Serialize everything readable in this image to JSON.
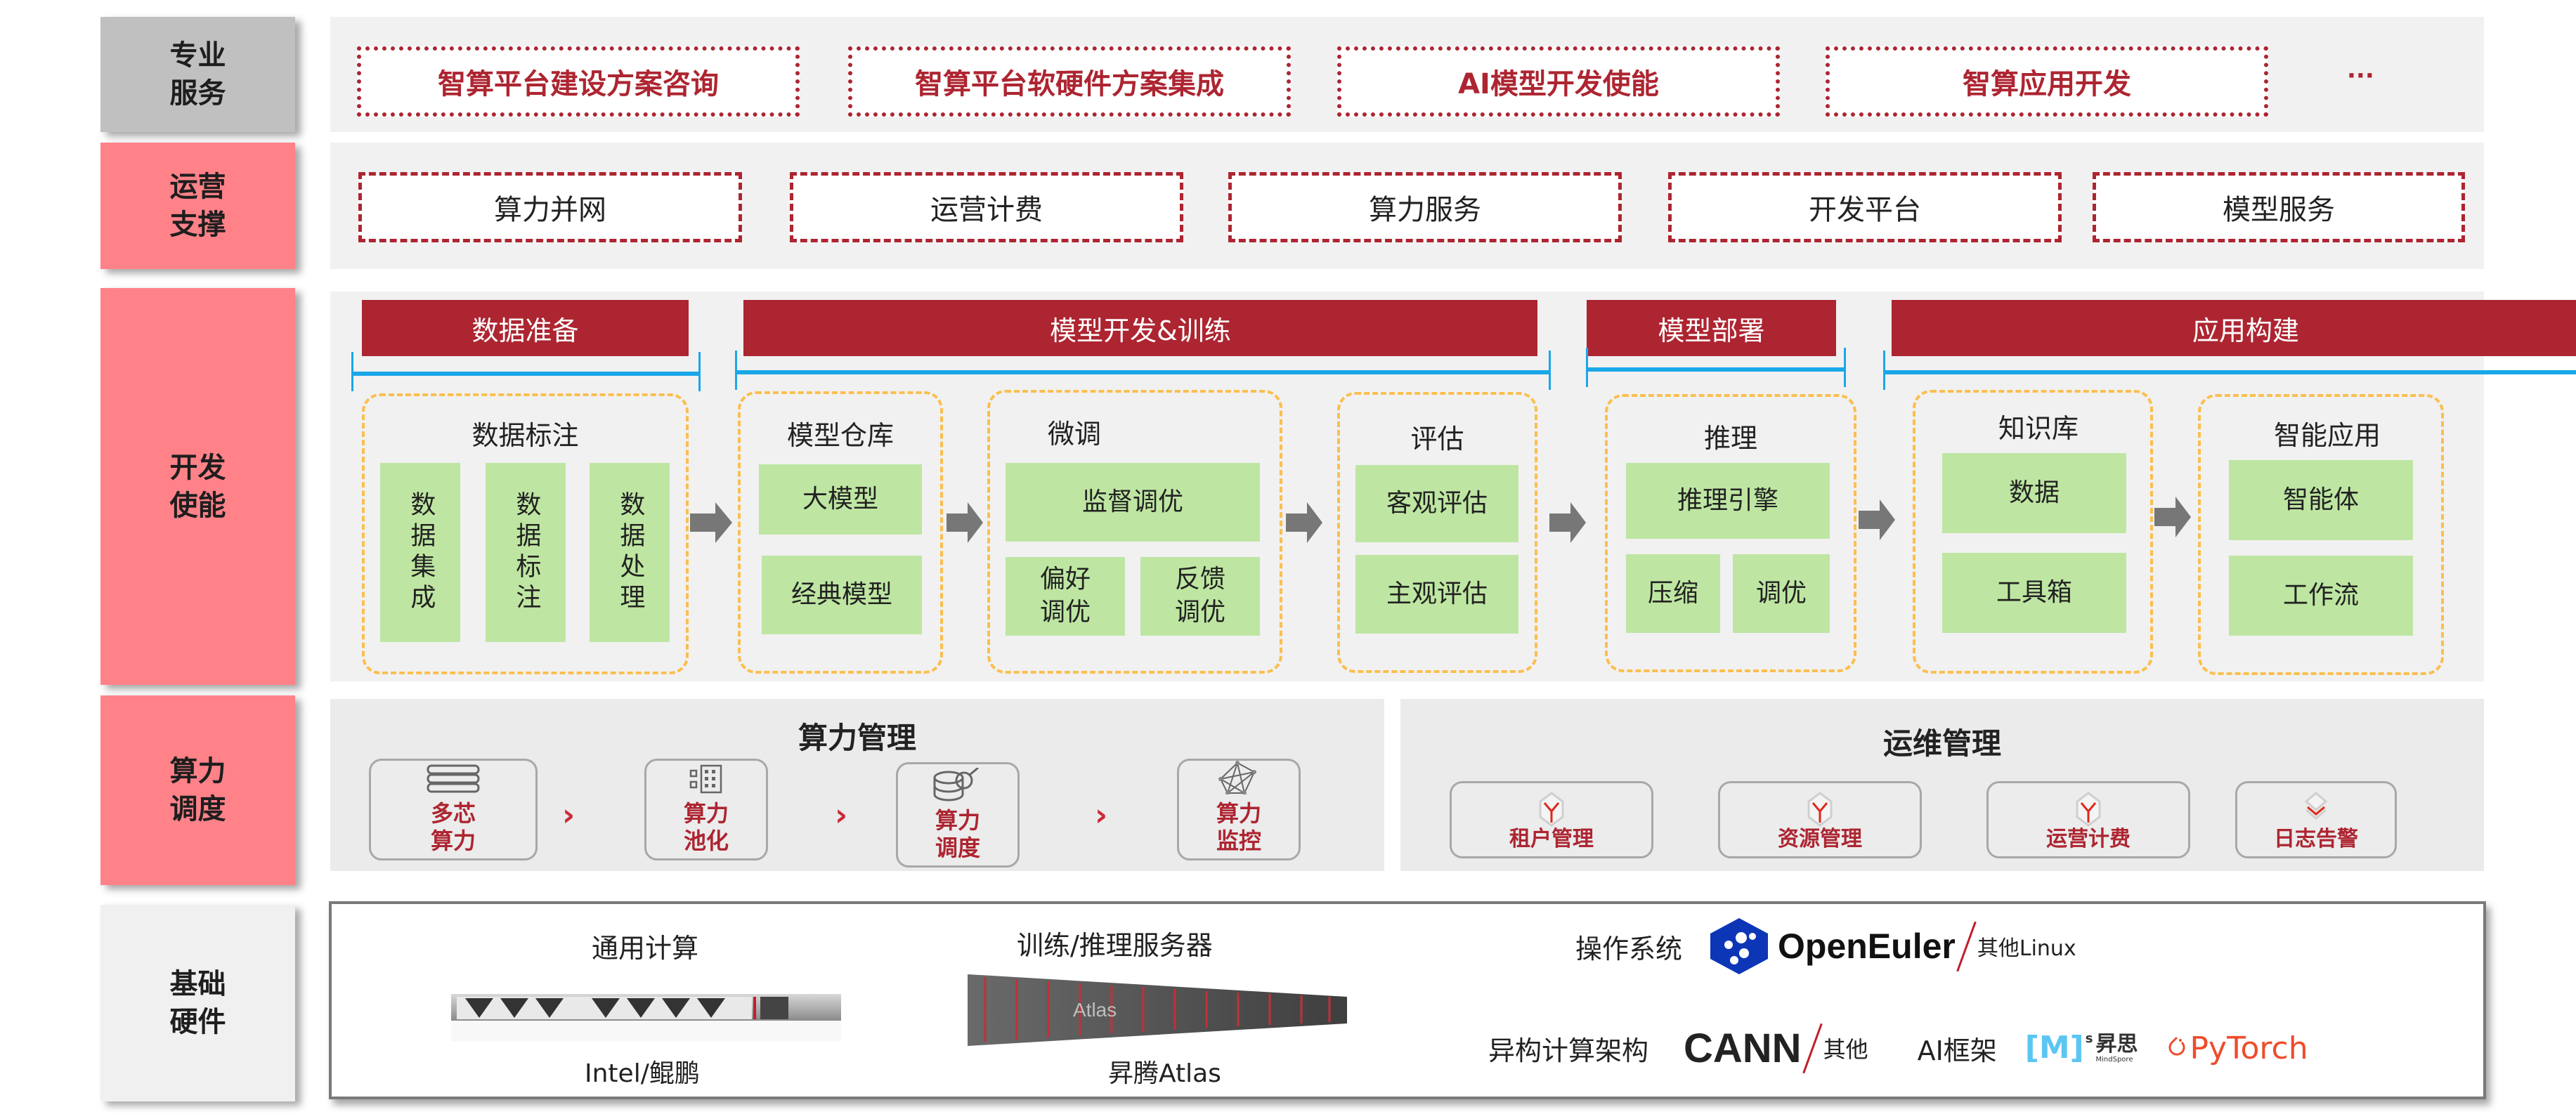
{
  "layers": [
    {
      "id": "pro-services",
      "label": "专业\n服务"
    },
    {
      "id": "ops-support",
      "label": "运营\n支撑"
    },
    {
      "id": "dev-enable",
      "label": "开发\n使能"
    },
    {
      "id": "compute-sched",
      "label": "算力\n调度"
    },
    {
      "id": "base-hw",
      "label": "基础\n硬件"
    }
  ],
  "pro_services": {
    "items": [
      "智算平台建设方案咨询",
      "智算平台软硬件方案集成",
      "AI模型开发使能",
      "智算应用开发"
    ],
    "more": "···"
  },
  "ops_support": {
    "items": [
      "算力并网",
      "运营计费",
      "算力服务",
      "开发平台",
      "模型服务"
    ]
  },
  "dev_enable": {
    "phases": [
      "数据准备",
      "模型开发&训练",
      "模型部署",
      "应用构建"
    ],
    "stages": {
      "annotation": {
        "title": "数据标注",
        "items": [
          "数据集成",
          "数据标注",
          "数据处理"
        ]
      },
      "repo": {
        "title": "模型仓库",
        "items": [
          "大模型",
          "经典模型"
        ]
      },
      "finetune": {
        "title": "微调",
        "items": [
          "监督调优",
          "偏好\n调优",
          "反馈\n调优"
        ]
      },
      "eval": {
        "title": "评估",
        "items": [
          "客观评估",
          "主观评估"
        ]
      },
      "infer": {
        "title": "推理",
        "items": [
          "推理引擎",
          "压缩",
          "调优"
        ]
      },
      "kb": {
        "title": "知识库",
        "items": [
          "数据",
          "工具箱"
        ]
      },
      "app": {
        "title": "智能应用",
        "items": [
          "智能体",
          "工作流"
        ]
      }
    }
  },
  "compute_sched": {
    "compute_mgmt": {
      "title": "算力管理",
      "items": [
        {
          "label": "多芯\n算力",
          "icon": "server-stack-icon"
        },
        {
          "label": "算力\n池化",
          "icon": "pool-grid-icon"
        },
        {
          "label": "算力\n调度",
          "icon": "database-search-icon"
        },
        {
          "label": "算力\n监控",
          "icon": "network-mesh-icon"
        }
      ],
      "separator": "›"
    },
    "ops_mgmt": {
      "title": "运维管理",
      "items": [
        {
          "label": "租户管理",
          "icon": "cube-y-icon"
        },
        {
          "label": "资源管理",
          "icon": "cube-y-icon"
        },
        {
          "label": "运营计费",
          "icon": "cube-y-icon"
        },
        {
          "label": "日志告警",
          "icon": "layers-chevron-icon"
        }
      ]
    }
  },
  "base_hw": {
    "general": {
      "title": "通用计算",
      "caption": "Intel/鲲鹏"
    },
    "train": {
      "title": "训练/推理服务器",
      "caption": "昇腾Atlas",
      "watermark": "Atlas"
    },
    "os": {
      "label": "操作系统",
      "logo": "OpenEuler",
      "other": "其他Linux"
    },
    "hetero": {
      "label": "异构计算架构",
      "logo": "CANN",
      "other": "其他"
    },
    "ai_fw": {
      "label": "AI框架",
      "mindspore": "昇思",
      "mindspore_sub": "MindSpore",
      "mindspore_mark": "[M]",
      "mindspore_sup": "s",
      "pytorch": "PyTorch"
    }
  },
  "colors": {
    "accent_red": "#ad2531",
    "label_pink": "#ff8289",
    "green": "#bee6a2",
    "orange_dash": "#fbbf4f",
    "blue": "#1aa7e8",
    "openeuler_blue": "#0d36b7",
    "pytorch_orange": "#ee4c2c"
  }
}
